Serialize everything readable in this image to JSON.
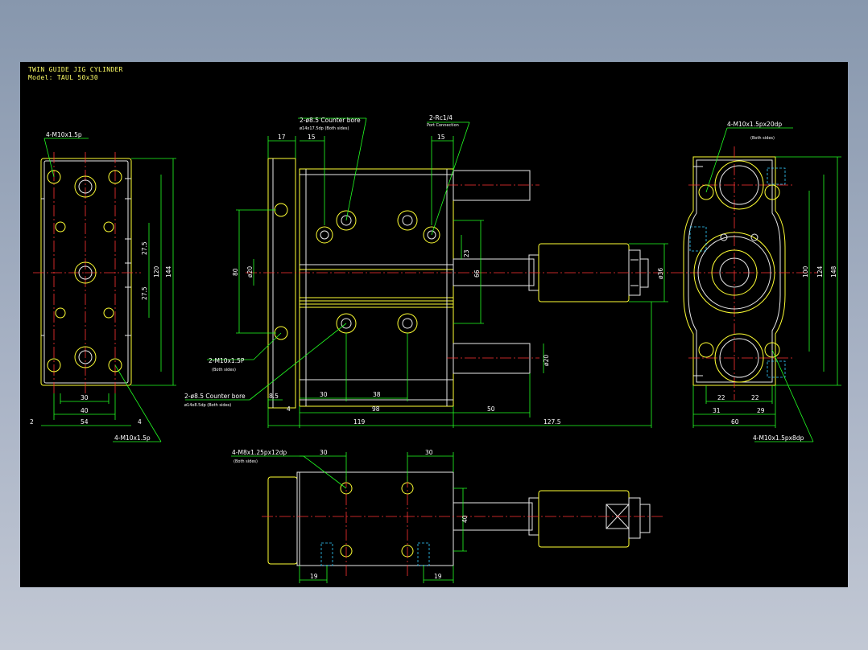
{
  "drawing": {
    "title": "TWIN GUIDE JIG CYLINDER",
    "model": "Model: TAUL 50x30"
  },
  "dims": {
    "left": [
      "27.5",
      "27.5",
      "120",
      "144",
      "30",
      "40",
      "54",
      "2",
      "4"
    ],
    "front_top": [
      "17",
      "15",
      "15"
    ],
    "front_right": [
      "23",
      "66",
      "ø36",
      "ø20"
    ],
    "front_left": [
      "80",
      "ø20"
    ],
    "front_bottom": [
      "8.5",
      "4",
      "30",
      "38",
      "98",
      "50",
      "119",
      "127.5"
    ],
    "right": [
      "100",
      "124",
      "148",
      "22",
      "22",
      "31",
      "29",
      "60"
    ],
    "bottom": [
      "30",
      "30",
      "40",
      "19",
      "19"
    ]
  },
  "callouts": {
    "left_top": "4-M10x1.5p",
    "left_bottom": "4-M10x1.5p",
    "cb_top_1": "2-ø8.5 Counter bore",
    "cb_top_2": "ø14x17.5dp (Both sides)",
    "port_1": "2-Rc1/4",
    "port_2": "Port Connection",
    "m10_side_1": "2-M10x1.5P",
    "m10_side_2": "(Both sides)",
    "cb_bot_1": "2-ø8.5 Counter bore",
    "cb_bot_2": "ø14x8.5dp (Both sides)",
    "right_top_1": "4-M10x1.5px20dp",
    "right_top_2": "(Both sides)",
    "right_bot": "4-M10x1.5px8dp",
    "m8_1": "4-M8x1.25px12dp",
    "m8_2": "(Both sides)"
  },
  "colors": {
    "background": "#000000",
    "outline": "#ffff33",
    "dimension": "#22ff22",
    "centerline": "#ff3333",
    "hidden": "#33ccff",
    "text": "#ffffff"
  }
}
